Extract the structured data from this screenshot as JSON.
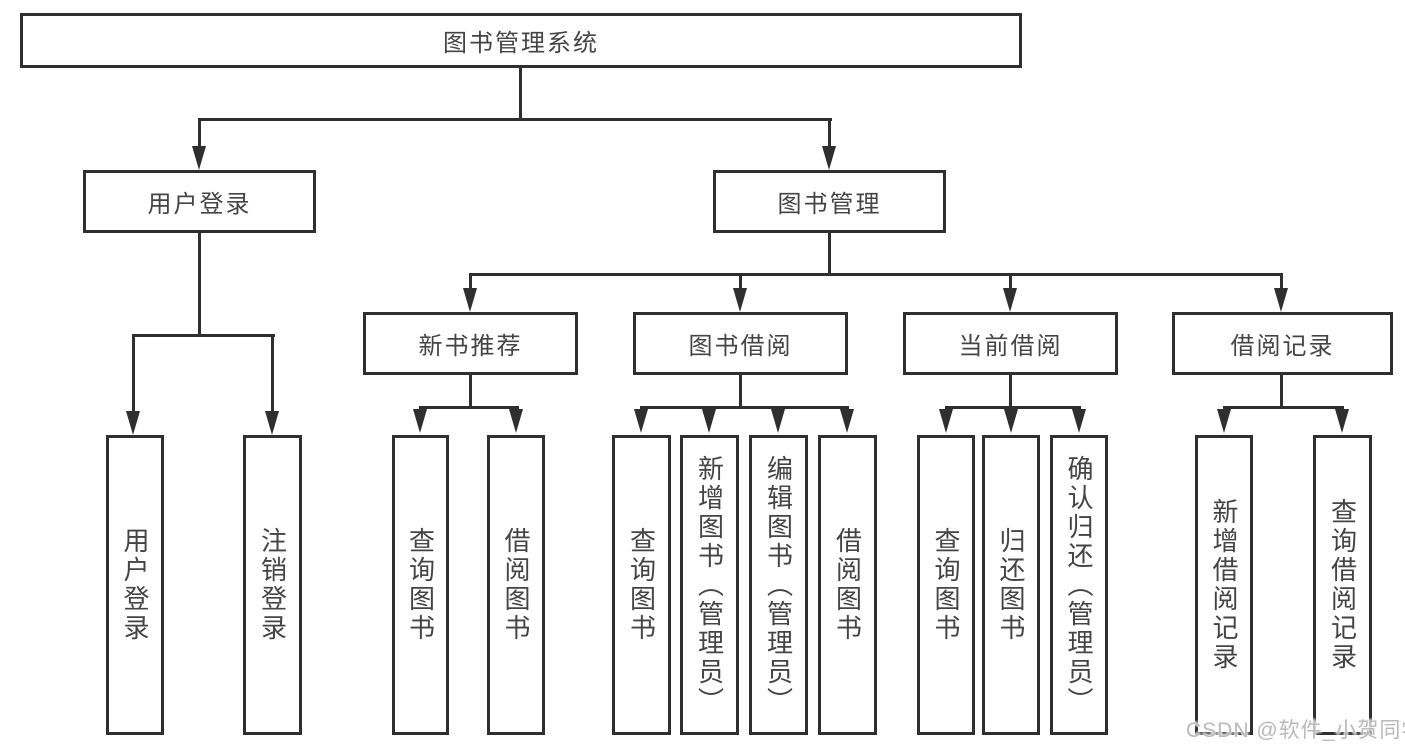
{
  "diagram": {
    "root_label": "图书管理系统",
    "level2": [
      "用户登录",
      "图书管理"
    ],
    "level3": [
      "新书推荐",
      "图书借阅",
      "当前借阅",
      "借阅记录"
    ],
    "leaves_user_login": [
      "用户登录",
      "注销登录"
    ],
    "leaves_new_book": [
      "查询图书",
      "借阅图书"
    ],
    "leaves_book_borrow": [
      "查询图书",
      "新增图书（管理员）",
      "编辑图书（管理员）",
      "借阅图书"
    ],
    "leaves_current_borrow": [
      "查询图书",
      "归还图书",
      "确认归还（管理员）"
    ],
    "leaves_borrow_record": [
      "新增借阅记录",
      "查询借阅记录"
    ],
    "watermark": "CSDN @软件_小贺同学",
    "colors": {
      "line": "#2f2f2f",
      "text": "#444444",
      "watermark_text": "#b9b9b9",
      "background": "#ffffff"
    }
  }
}
